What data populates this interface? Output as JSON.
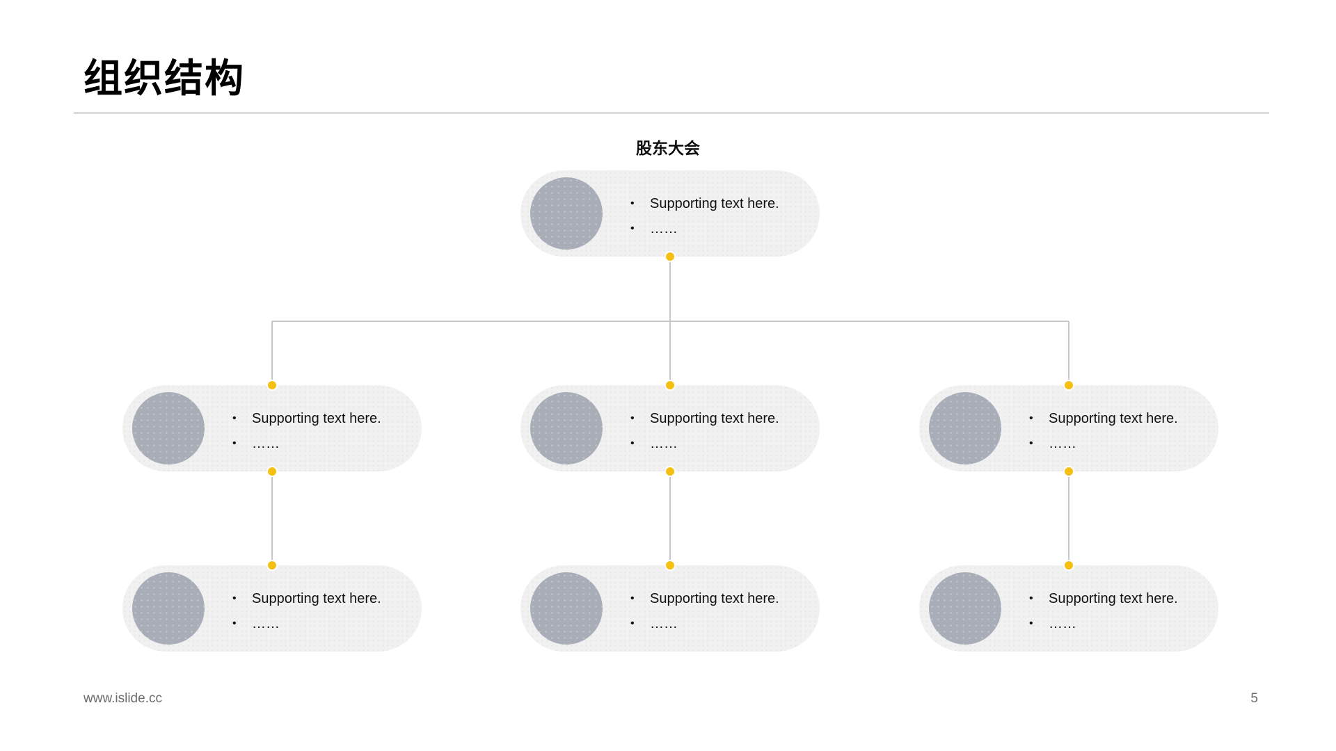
{
  "slide": {
    "title": "组织结构",
    "footer_url": "www.islide.cc",
    "page_number": "5"
  },
  "org_chart": {
    "root": {
      "label": "股东大会",
      "lines": [
        "Supporting  text here.",
        "……"
      ]
    },
    "level2": [
      {
        "lines": [
          "Supporting  text here.",
          "……"
        ]
      },
      {
        "lines": [
          "Supporting  text here.",
          "……"
        ]
      },
      {
        "lines": [
          "Supporting  text here.",
          "……"
        ]
      }
    ],
    "level3": [
      {
        "lines": [
          "Supporting  text here.",
          "……"
        ]
      },
      {
        "lines": [
          "Supporting  text here.",
          "……"
        ]
      },
      {
        "lines": [
          "Supporting  text here.",
          "……"
        ]
      }
    ]
  },
  "colors": {
    "accent_dot": "#f6c012",
    "node_background": "#f1f1f1",
    "photo_placeholder": "#a9adb8",
    "connector_line": "#c8c8c8"
  }
}
